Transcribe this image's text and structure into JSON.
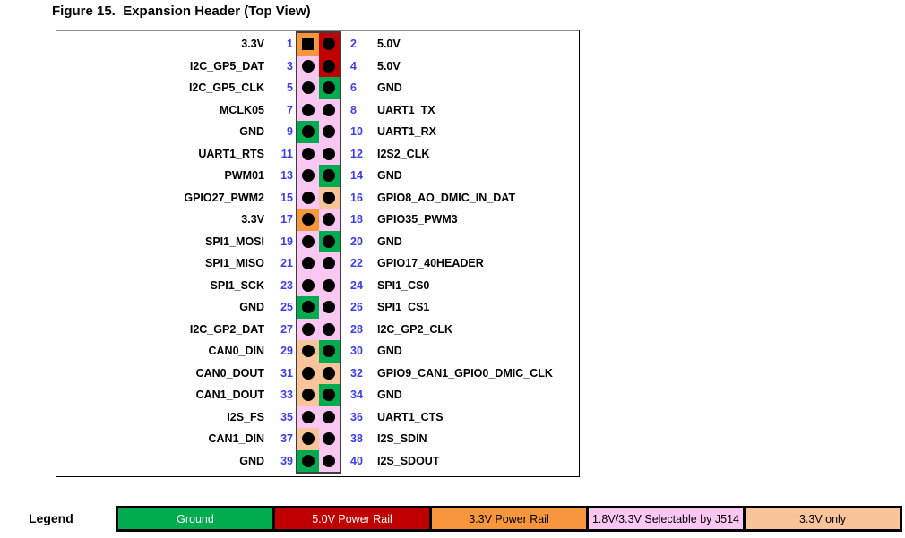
{
  "title": "Figure 15.  Expansion Header (Top View)",
  "colors": {
    "ground": "#00AC4E",
    "rail_5v": "#C00000",
    "rail_3v3": "#F8963D",
    "selectable": "#FAC7F3",
    "only_3v3": "#FAC49B",
    "pin_number": "#3D3DF2",
    "grid_border": "#3D3D3D"
  },
  "rows": [
    {
      "left_label": "3.3V",
      "left_pin": "1",
      "left_type": "rail_3v3",
      "left_marker": "square",
      "right_pin": "2",
      "right_label": "5.0V",
      "right_type": "rail_5v"
    },
    {
      "left_label": "I2C_GP5_DAT",
      "left_pin": "3",
      "left_type": "selectable",
      "left_marker": "circle",
      "right_pin": "4",
      "right_label": "5.0V",
      "right_type": "rail_5v"
    },
    {
      "left_label": "I2C_GP5_CLK",
      "left_pin": "5",
      "left_type": "selectable",
      "left_marker": "circle",
      "right_pin": "6",
      "right_label": "GND",
      "right_type": "ground"
    },
    {
      "left_label": "MCLK05",
      "left_pin": "7",
      "left_type": "selectable",
      "left_marker": "circle",
      "right_pin": "8",
      "right_label": "UART1_TX",
      "right_type": "selectable"
    },
    {
      "left_label": "GND",
      "left_pin": "9",
      "left_type": "ground",
      "left_marker": "circle",
      "right_pin": "10",
      "right_label": "UART1_RX",
      "right_type": "selectable"
    },
    {
      "left_label": "UART1_RTS",
      "left_pin": "11",
      "left_type": "selectable",
      "left_marker": "circle",
      "right_pin": "12",
      "right_label": "I2S2_CLK",
      "right_type": "selectable"
    },
    {
      "left_label": "PWM01",
      "left_pin": "13",
      "left_type": "selectable",
      "left_marker": "circle",
      "right_pin": "14",
      "right_label": "GND",
      "right_type": "ground"
    },
    {
      "left_label": "GPIO27_PWM2",
      "left_pin": "15",
      "left_type": "selectable",
      "left_marker": "circle",
      "right_pin": "16",
      "right_label": "GPIO8_AO_DMIC_IN_DAT",
      "right_type": "only_3v3"
    },
    {
      "left_label": "3.3V",
      "left_pin": "17",
      "left_type": "rail_3v3",
      "left_marker": "circle",
      "right_pin": "18",
      "right_label": "GPIO35_PWM3",
      "right_type": "selectable"
    },
    {
      "left_label": "SPI1_MOSI",
      "left_pin": "19",
      "left_type": "selectable",
      "left_marker": "circle",
      "right_pin": "20",
      "right_label": "GND",
      "right_type": "ground"
    },
    {
      "left_label": "SPI1_MISO",
      "left_pin": "21",
      "left_type": "selectable",
      "left_marker": "circle",
      "right_pin": "22",
      "right_label": "GPIO17_40HEADER",
      "right_type": "selectable"
    },
    {
      "left_label": "SPI1_SCK",
      "left_pin": "23",
      "left_type": "selectable",
      "left_marker": "circle",
      "right_pin": "24",
      "right_label": "SPI1_CS0",
      "right_type": "selectable"
    },
    {
      "left_label": "GND",
      "left_pin": "25",
      "left_type": "ground",
      "left_marker": "circle",
      "right_pin": "26",
      "right_label": "SPI1_CS1",
      "right_type": "selectable"
    },
    {
      "left_label": "I2C_GP2_DAT",
      "left_pin": "27",
      "left_type": "selectable",
      "left_marker": "circle",
      "right_pin": "28",
      "right_label": "I2C_GP2_CLK",
      "right_type": "selectable"
    },
    {
      "left_label": "CAN0_DIN",
      "left_pin": "29",
      "left_type": "only_3v3",
      "left_marker": "circle",
      "right_pin": "30",
      "right_label": "GND",
      "right_type": "ground"
    },
    {
      "left_label": "CAN0_DOUT",
      "left_pin": "31",
      "left_type": "only_3v3",
      "left_marker": "circle",
      "right_pin": "32",
      "right_label": "GPIO9_CAN1_GPIO0_DMIC_CLK",
      "right_type": "only_3v3"
    },
    {
      "left_label": "CAN1_DOUT",
      "left_pin": "33",
      "left_type": "only_3v3",
      "left_marker": "circle",
      "right_pin": "34",
      "right_label": "GND",
      "right_type": "ground"
    },
    {
      "left_label": "I2S_FS",
      "left_pin": "35",
      "left_type": "selectable",
      "left_marker": "circle",
      "right_pin": "36",
      "right_label": "UART1_CTS",
      "right_type": "selectable"
    },
    {
      "left_label": "CAN1_DIN",
      "left_pin": "37",
      "left_type": "only_3v3",
      "left_marker": "circle",
      "right_pin": "38",
      "right_label": "I2S_SDIN",
      "right_type": "selectable"
    },
    {
      "left_label": "GND",
      "left_pin": "39",
      "left_type": "ground",
      "left_marker": "circle",
      "right_pin": "40",
      "right_label": "I2S_SDOUT",
      "right_type": "selectable"
    }
  ],
  "legend": {
    "label": "Legend",
    "items": [
      {
        "label": "Ground",
        "type": "ground",
        "text_color": "#FFFFFF"
      },
      {
        "label": "5.0V Power Rail",
        "type": "rail_5v",
        "text_color": "#FFFFFF"
      },
      {
        "label": "3.3V Power Rail",
        "type": "rail_3v3",
        "text_color": "#000000"
      },
      {
        "label": "1.8V/3.3V Selectable by J514",
        "type": "selectable",
        "text_color": "#000000"
      },
      {
        "label": "3.3V only",
        "type": "only_3v3",
        "text_color": "#000000"
      }
    ]
  }
}
